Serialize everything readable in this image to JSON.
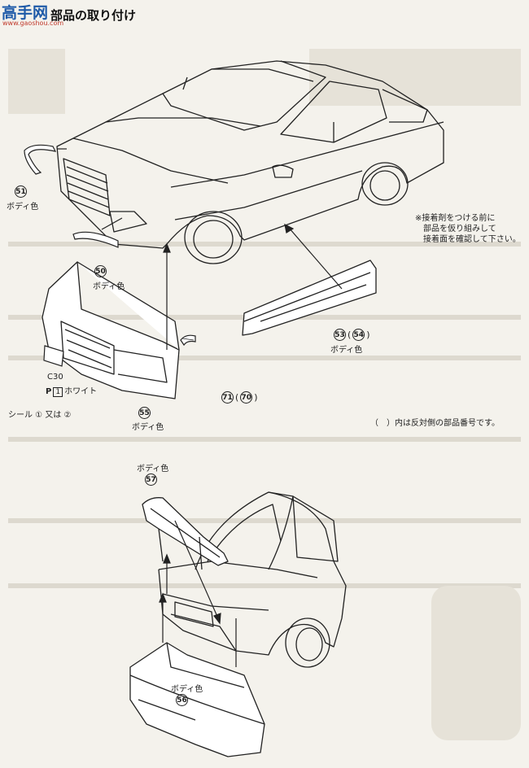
{
  "header": {
    "logo_text": "高手网",
    "logo_url": "www.gaoshou.com",
    "title": "部品の取り付け"
  },
  "front": {
    "part51": {
      "num": "51",
      "label": "ボディ色"
    },
    "part50": {
      "num": "50",
      "label": "ボディ色"
    },
    "part53": {
      "num": "53",
      "num_alt": "54",
      "label": "ボディ色"
    },
    "part71": {
      "num": "71",
      "num_alt": "70"
    },
    "part55": {
      "num": "55",
      "label": "ボディ色"
    },
    "c30": "C30",
    "decal_prefix": "P",
    "decal_box": "1",
    "decal_color": "ホワイト",
    "seal_note": "シール ① 又は ②"
  },
  "notes": {
    "glue_lines": [
      "※接着剤をつける前に",
      "部品を仮り組みして",
      "接着面を確認して下さい。"
    ],
    "opposite_side": "（　）内は反対側の部品番号です。"
  },
  "rear": {
    "part57": {
      "num": "57",
      "label": "ボディ色"
    },
    "part56": {
      "num": "56",
      "label": "ボディ色"
    }
  }
}
